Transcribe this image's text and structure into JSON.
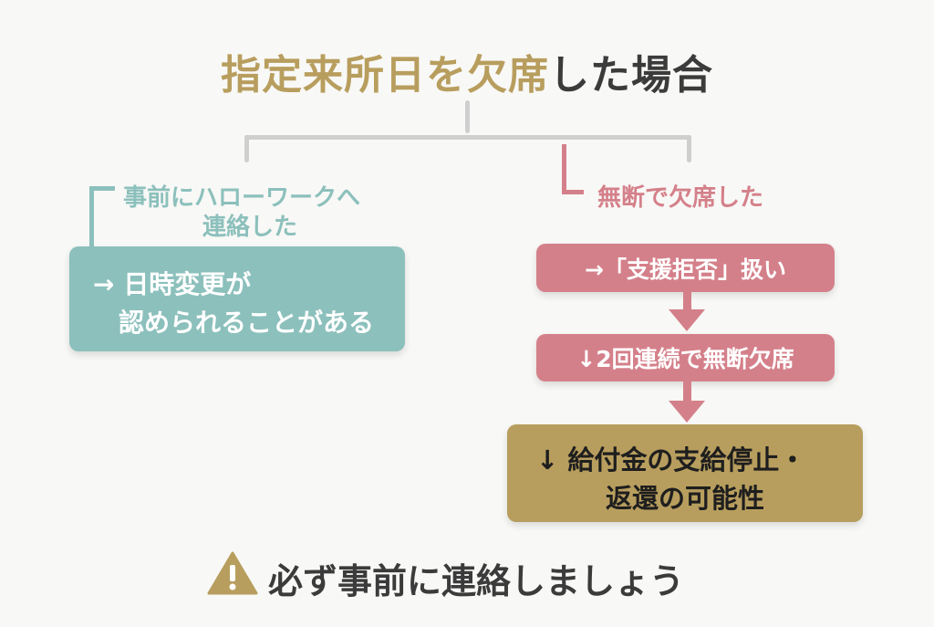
{
  "title": {
    "highlight": "指定来所日を欠席",
    "rest": "した場合"
  },
  "left_branch": {
    "label_line1": "事前にハローワークへ",
    "label_line2": "連絡した",
    "result_line1": "→ 日時変更が",
    "result_line2": "認められることがある"
  },
  "right_branch": {
    "label": "無断で欠席した",
    "step1": "→「支援拒否」扱い",
    "step2": "↓2回連続で無断欠席",
    "result_line1": "↓ 給付金の支給停止・",
    "result_line2": "返還の可能性"
  },
  "warning": {
    "icon": "warning-triangle-icon",
    "text": "必ず事前に連絡しましょう"
  },
  "colors": {
    "gold": "#b89e5e",
    "teal": "#8cc0bc",
    "pink": "#d4808a",
    "dark": "#3b3b3b",
    "brace": "#cfcfcf"
  }
}
